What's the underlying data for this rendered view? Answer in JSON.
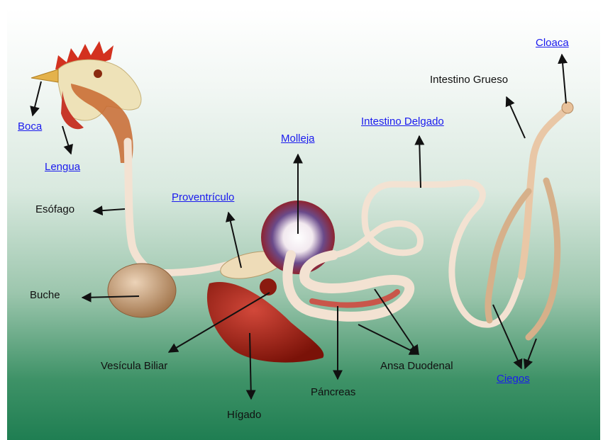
{
  "labels": {
    "boca": "Boca",
    "lengua": "Lengua",
    "esofago": "Esófago",
    "buche": "Buche",
    "proventriculo": "Proventrículo",
    "molleja": "Molleja",
    "intestino_delgado": "Intestino Delgado",
    "intestino_grueso": "Intestino Grueso",
    "cloaca": "Cloaca",
    "vesicula_biliar": "Vesícula Biliar",
    "higado": "Hígado",
    "pancreas": "Páncreas",
    "ansa_duodenal": "Ansa Duodenal",
    "ciegos": "Ciegos"
  },
  "colors": {
    "link": "#1a1aee",
    "text": "#111111",
    "comb": "#d3311f",
    "liver": "#9c1f14",
    "gizzard": "#8e2430",
    "tube": "#f3e2d2"
  }
}
